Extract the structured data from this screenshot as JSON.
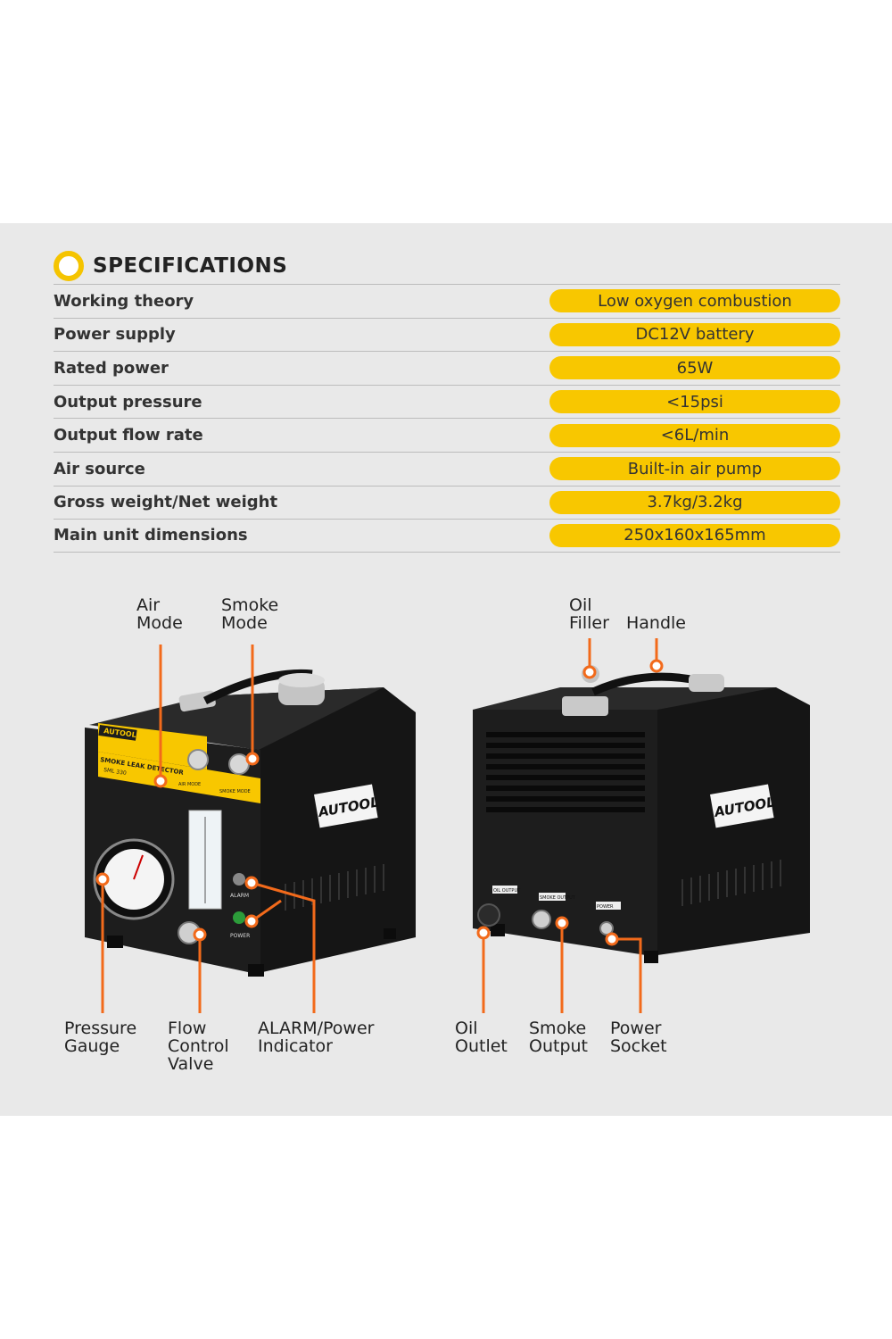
{
  "specifications": {
    "title": "SPECIFICATIONS",
    "rows": [
      {
        "label": "Working theory",
        "value": "Low oxygen combustion"
      },
      {
        "label": "Power supply",
        "value": "DC12V battery"
      },
      {
        "label": "Rated power",
        "value": "65W"
      },
      {
        "label": "Output pressure",
        "value": "<15psi"
      },
      {
        "label": "Output flow rate",
        "value": "<6L/min"
      },
      {
        "label": "Air source",
        "value": "Built-in air pump"
      },
      {
        "label": "Gross weight/Net weight",
        "value": "3.7kg/3.2kg"
      },
      {
        "label": "Main unit dimensions",
        "value": "250x160x165mm"
      }
    ]
  },
  "front_view": {
    "brand_label": "AUTOOL",
    "side_logo": "AUTOOL",
    "panel_title": "SMOKE LEAK DETECTOR",
    "model": "SML 330",
    "air_mode_print": "AIR MODE",
    "smoke_mode_print": "SMOKE MODE",
    "alarm_print": "ALARM",
    "power_print": "POWER",
    "callouts": {
      "air_mode": [
        "Air",
        "Mode"
      ],
      "smoke_mode": [
        "Smoke",
        "Mode"
      ],
      "pressure_gauge": [
        "Pressure",
        "Gauge"
      ],
      "flow_control_valve": [
        "Flow",
        "Control",
        "Valve"
      ],
      "alarm_power": [
        "ALARM/Power",
        "Indicator"
      ]
    }
  },
  "back_view": {
    "side_logo": "AUTOOL",
    "oil_output_print": "OIL OUTPUT",
    "smoke_output_print": "SMOKE OUTPUT",
    "power_print": "POWER",
    "callouts": {
      "oil_filler": [
        "Oil",
        "Filler"
      ],
      "handle": [
        "Handle"
      ],
      "oil_outlet": [
        "Oil",
        "Outlet"
      ],
      "smoke_output": [
        "Smoke",
        "Output"
      ],
      "power_socket": [
        "Power",
        "Socket"
      ]
    }
  },
  "colors": {
    "accent_yellow": "#f8c700",
    "callout_orange": "#f26a1b",
    "device_black": "#1d1d1d"
  }
}
